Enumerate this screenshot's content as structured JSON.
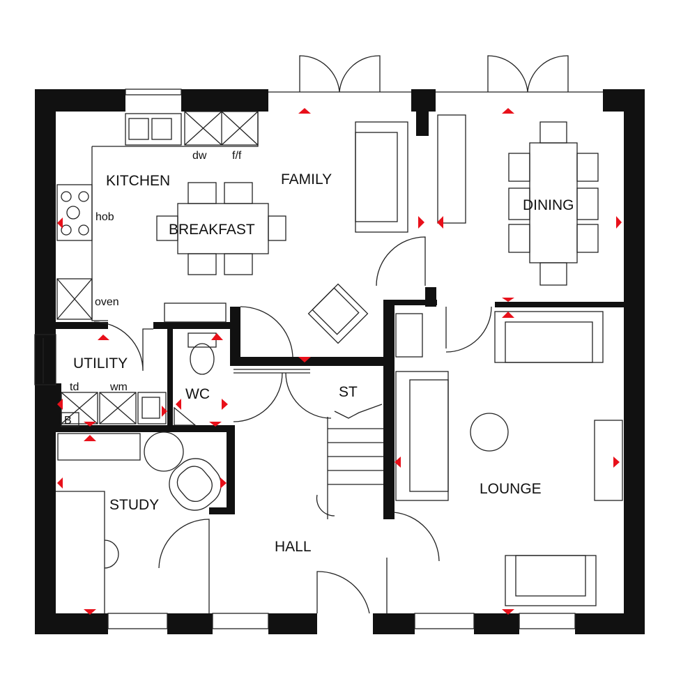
{
  "plan": {
    "rooms": {
      "kitchen": "KITCHEN",
      "family": "FAMILY",
      "dining": "DINING",
      "breakfast": "BREAKFAST",
      "utility": "UTILITY",
      "wc": "WC",
      "st": "ST",
      "study": "STUDY",
      "hall": "HALL",
      "lounge": "LOUNGE"
    },
    "fixtures": {
      "hob": "hob",
      "oven": "oven",
      "dw": "dw",
      "ff": "f/f",
      "td": "td",
      "wm": "wm",
      "boiler": "B"
    },
    "colors": {
      "wall": "#111111",
      "marker": "#e8101a"
    }
  }
}
